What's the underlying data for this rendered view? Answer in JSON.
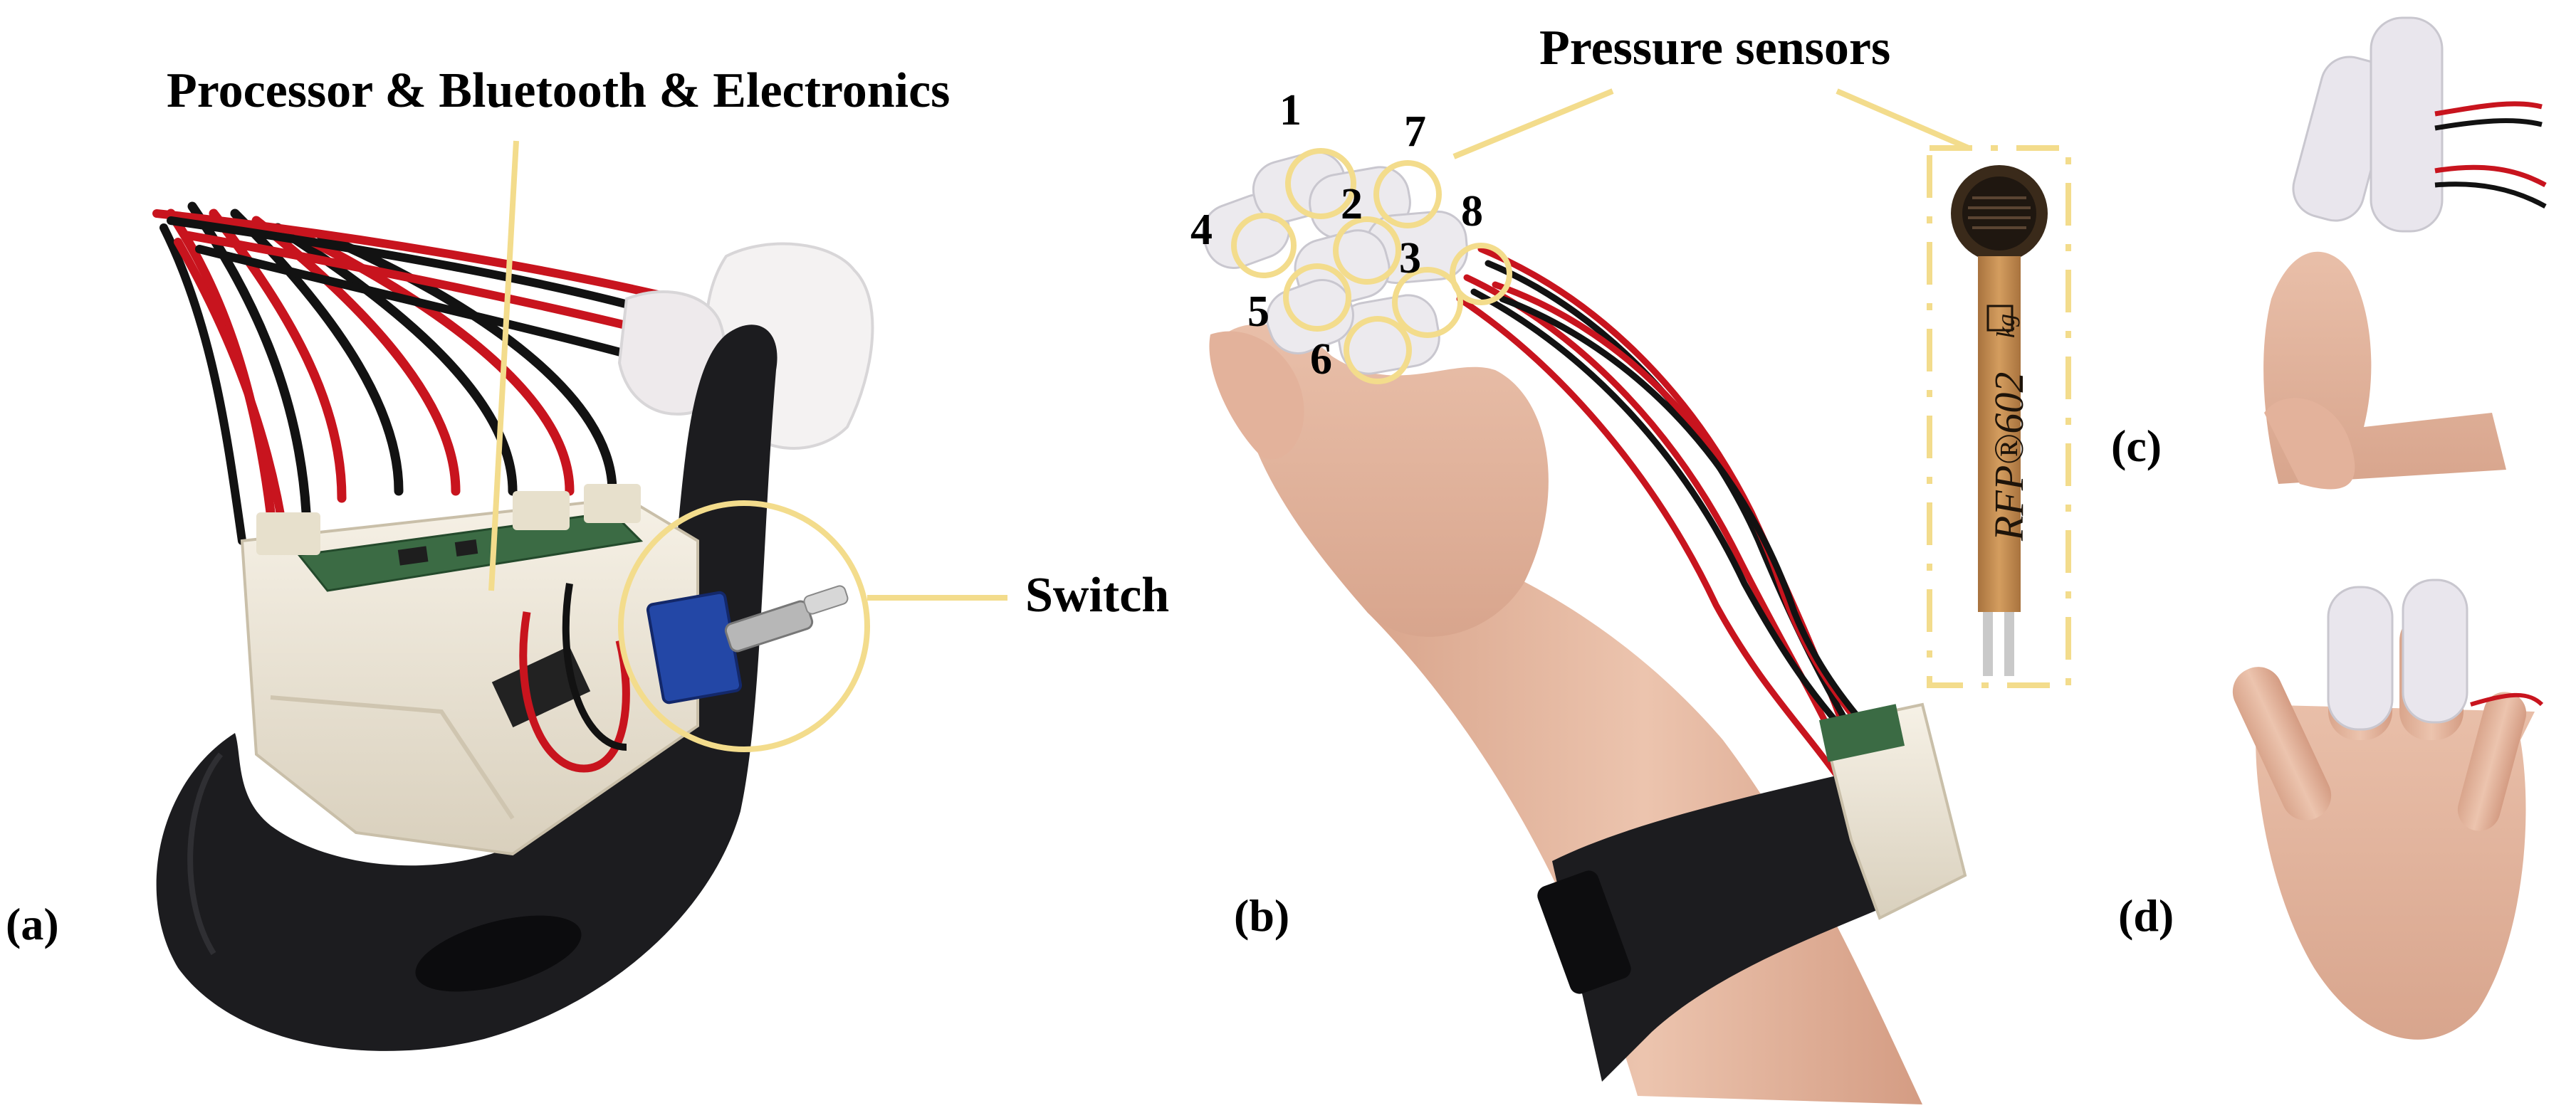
{
  "labels": {
    "processor": "Processor & Bluetooth & Electronics",
    "switch": "Switch",
    "pressure": "Pressure sensors"
  },
  "panels": {
    "a": "(a)",
    "b": "(b)",
    "c": "(c)",
    "d": "(d)"
  },
  "sensor_numbers": [
    "1",
    "2",
    "3",
    "4",
    "5",
    "6",
    "7",
    "8"
  ],
  "sensor_text": "RFP®602",
  "sensor_unit": "kg",
  "colors": {
    "accent": "#f3dc8c",
    "strap": "#1c1c1f",
    "housing": "#efe8da",
    "wire_red": "#c8141e",
    "wire_black": "#121212",
    "skin": "#e6b9a3",
    "sensor_film": "#c08a4e"
  }
}
